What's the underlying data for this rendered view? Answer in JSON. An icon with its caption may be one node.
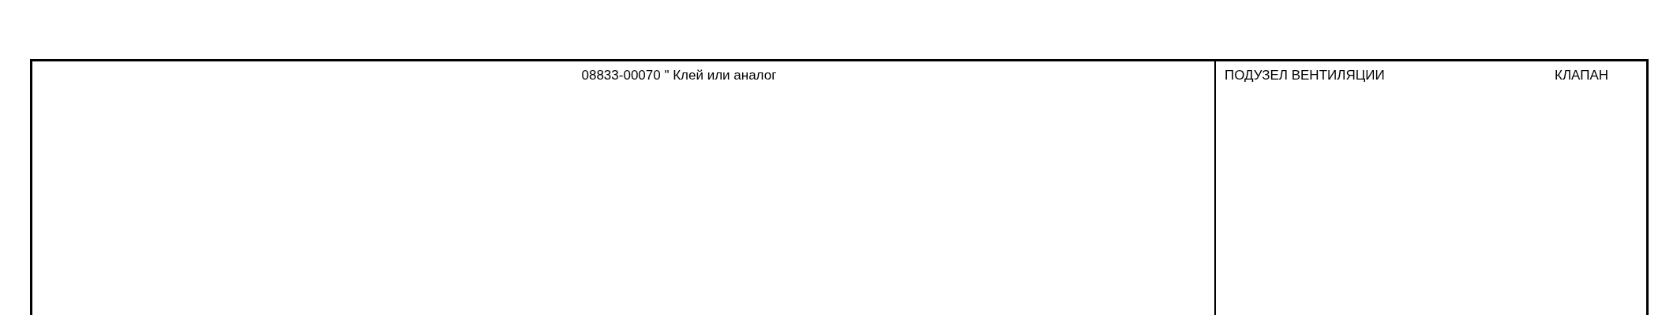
{
  "diagram": {
    "labels": [
      "08833-00070 \" Клей или аналог",
      "ПОДУЗЕЛ ВЕНТИЛЯЦИИ",
      "КЛАПАН"
    ]
  }
}
